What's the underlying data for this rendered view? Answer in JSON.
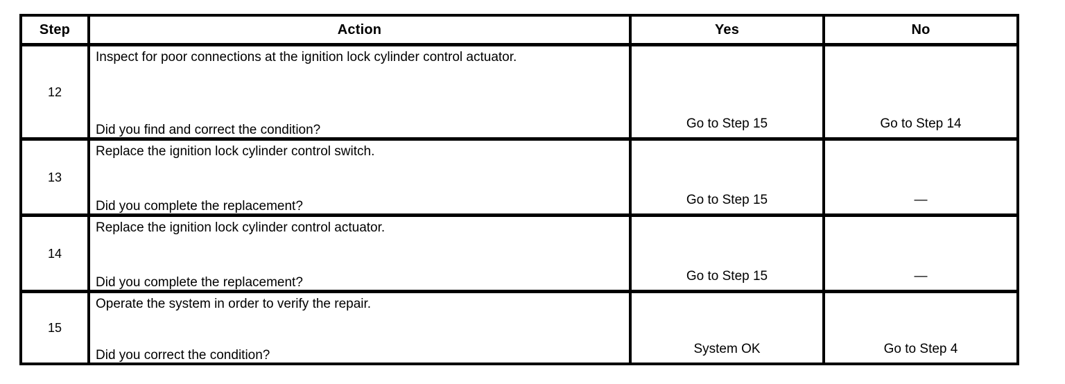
{
  "table": {
    "columns": [
      {
        "key": "step",
        "label": "Step"
      },
      {
        "key": "action",
        "label": "Action"
      },
      {
        "key": "yes",
        "label": "Yes"
      },
      {
        "key": "no",
        "label": "No"
      }
    ],
    "rows": [
      {
        "step": "12",
        "action_statement": "Inspect for poor connections at the ignition lock cylinder control actuator.",
        "action_question": "Did you find and correct the condition?",
        "yes": "Go to Step 15",
        "no": "Go to Step 14"
      },
      {
        "step": "13",
        "action_statement": "Replace the ignition lock cylinder control switch.",
        "action_question": "Did you complete the replacement?",
        "yes": "Go to Step 15",
        "no": "—"
      },
      {
        "step": "14",
        "action_statement": "Replace the ignition lock cylinder control actuator.",
        "action_question": "Did you complete the replacement?",
        "yes": "Go to Step 15",
        "no": "—"
      },
      {
        "step": "15",
        "action_statement": "Operate the system in order to verify the repair.",
        "action_question": "Did you correct the condition?",
        "yes": "System OK",
        "no": "Go to Step 4"
      }
    ]
  },
  "colors": {
    "border": "#000000",
    "background": "#ffffff",
    "text": "#000000"
  }
}
